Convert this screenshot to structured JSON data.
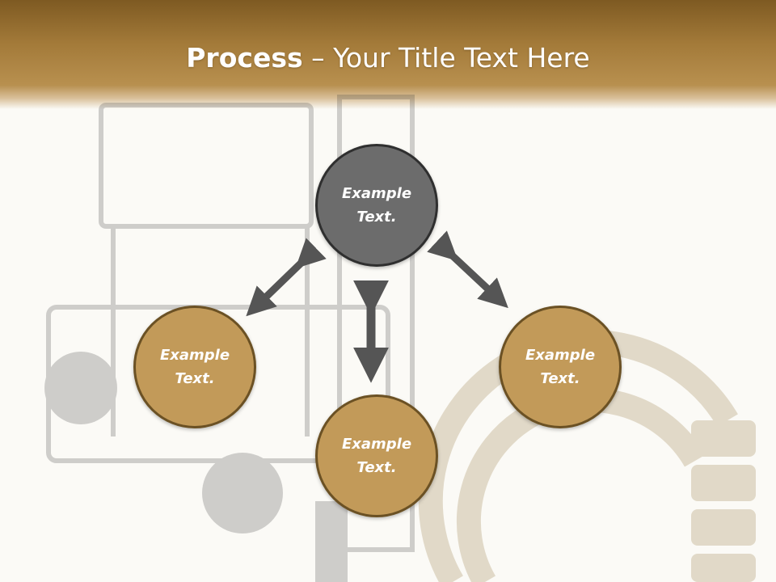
{
  "title": {
    "bold": "Process",
    "rest": " – Your Title Text Here"
  },
  "nodes": {
    "top": "Example Text.",
    "left": "Example Text.",
    "bottom": "Example Text.",
    "right": "Example Text."
  },
  "colors": {
    "header": "#a37a39",
    "gold_node": "#c29a59",
    "grey_node": "#6c6c6c",
    "arrow": "#555555"
  }
}
